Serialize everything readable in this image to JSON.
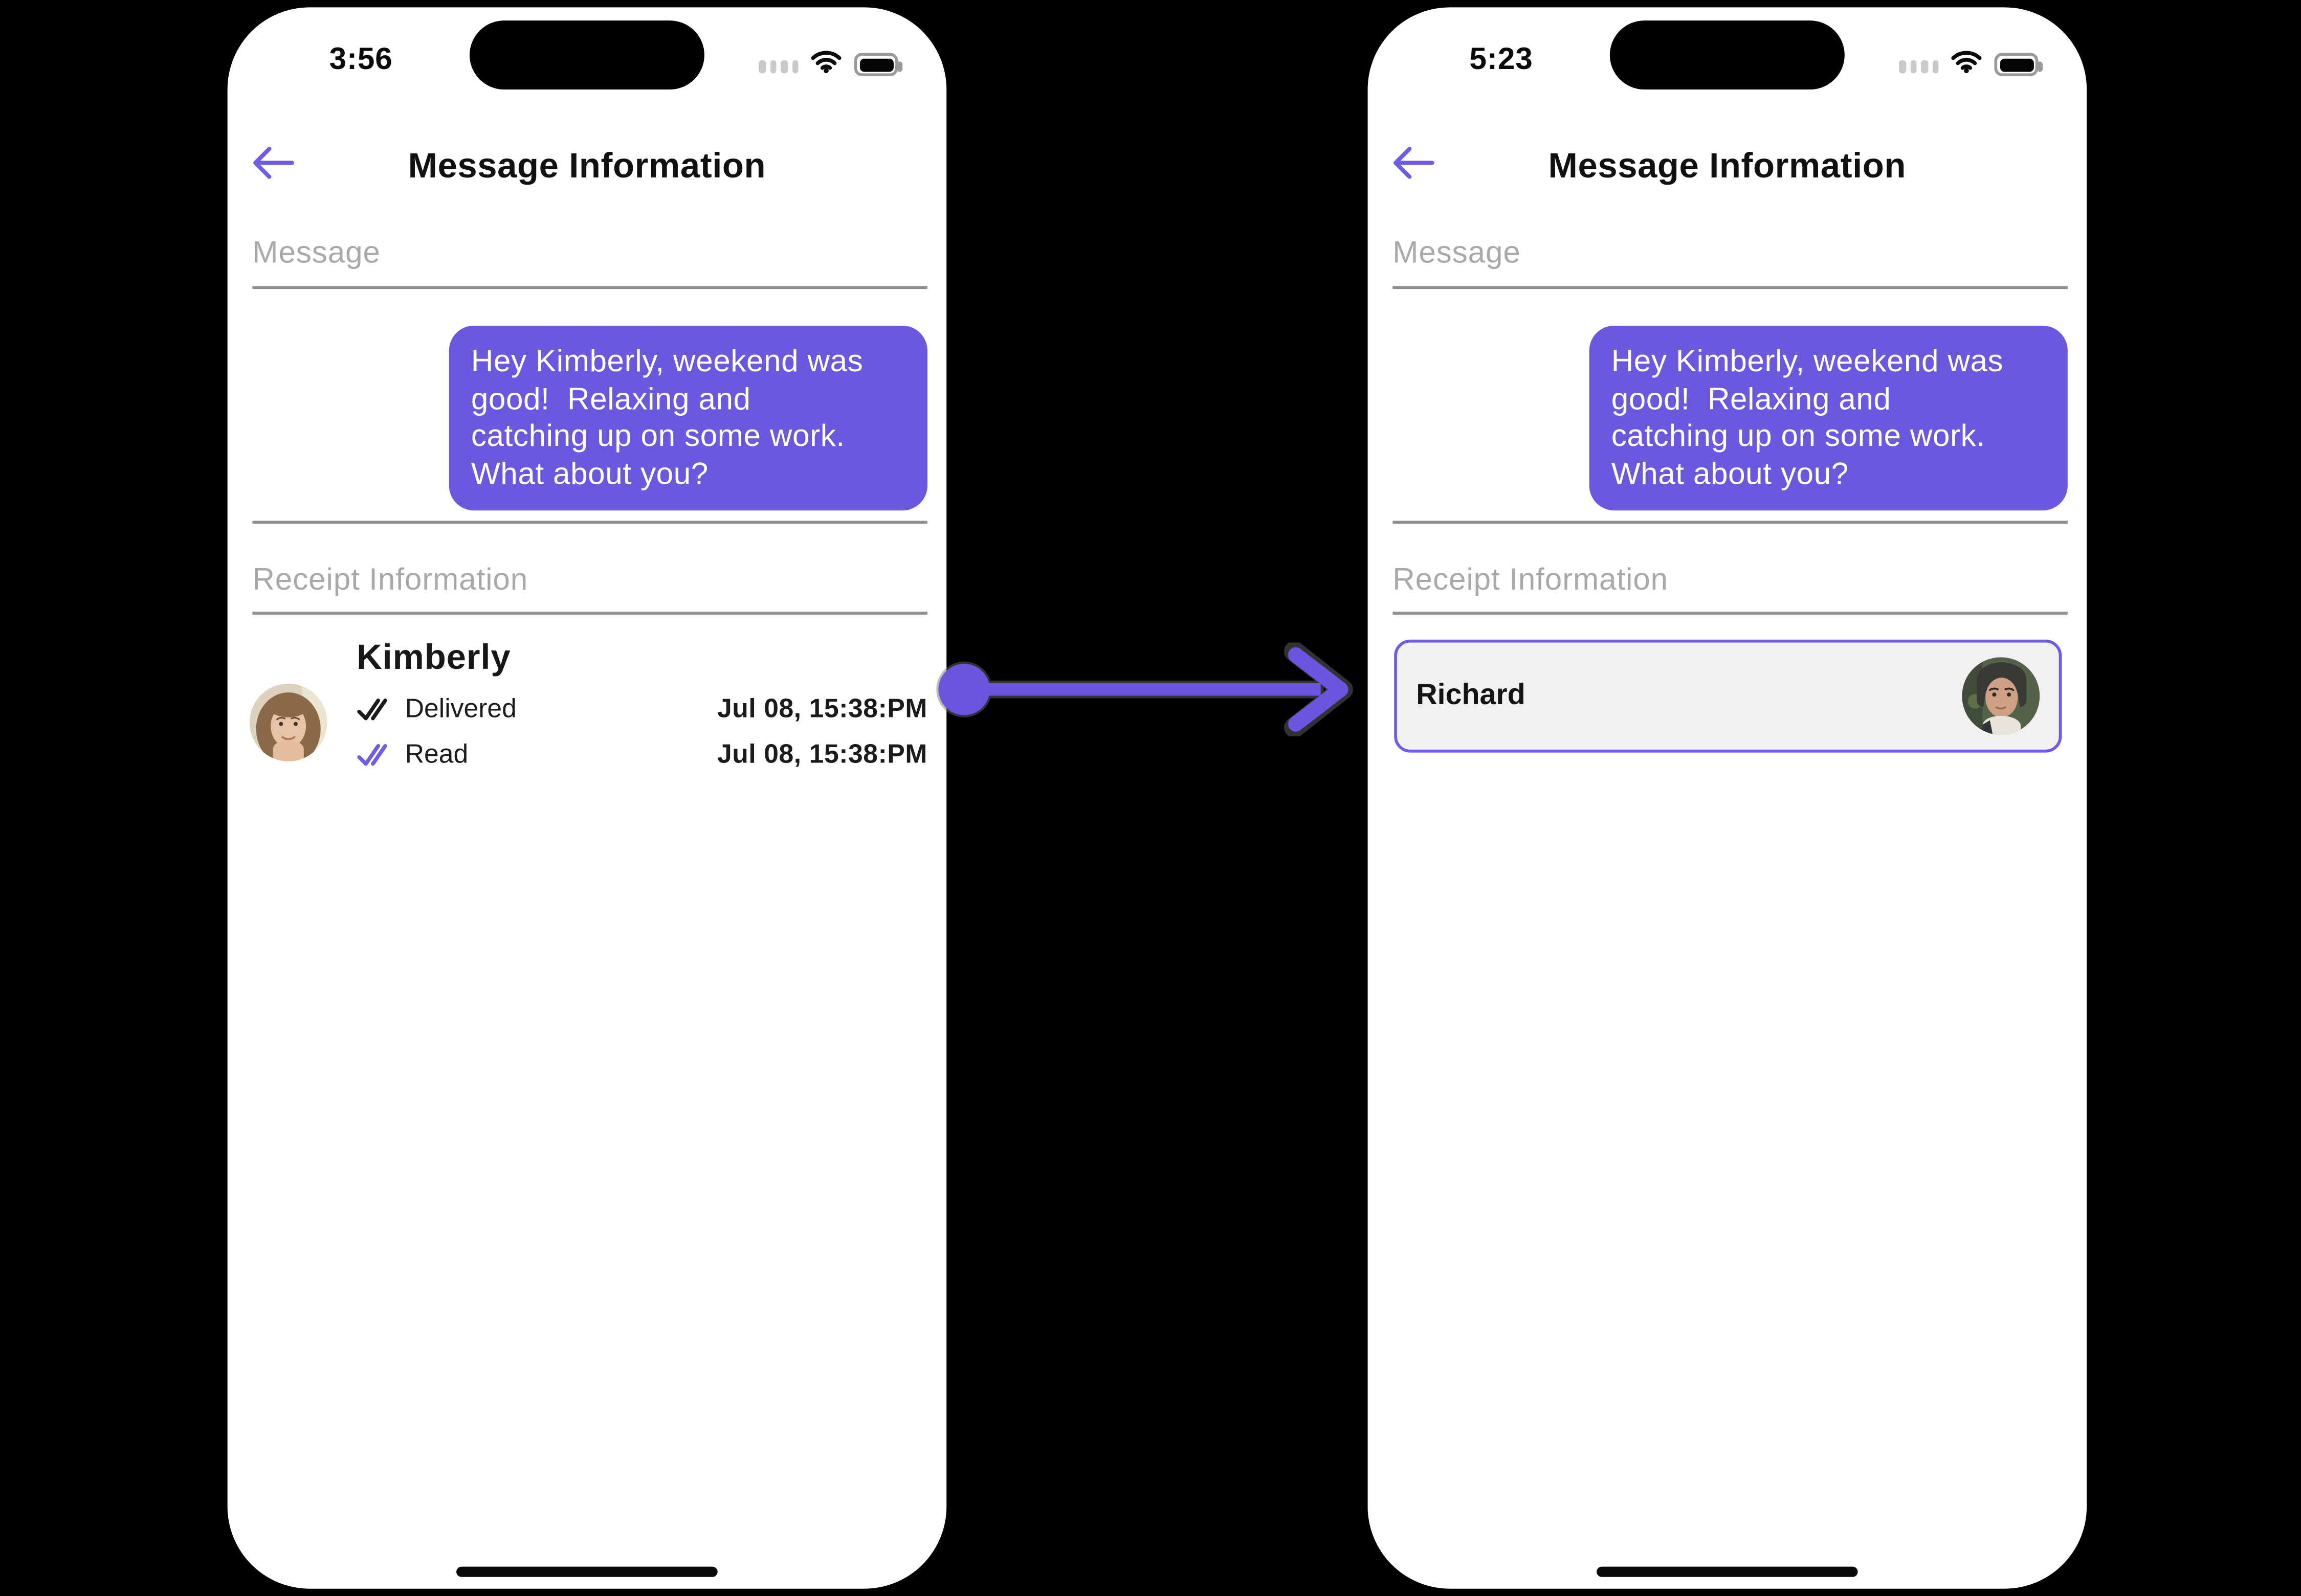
{
  "colors": {
    "accent": "#6c5ce7",
    "bubble": "#6a58df",
    "page_background": "#000000",
    "phone_background": "#ffffff",
    "muted_label": "#a9a9a9",
    "divider": "#8f8f8f",
    "text": "#1b1b1b",
    "delivered_check": "#1b1b1b",
    "read_check": "#6c5ce7",
    "card_background": "#f1f0f2"
  },
  "icons": [
    "back-arrow-icon",
    "cellular-icon",
    "wifi-icon",
    "battery-icon",
    "double-check-icon",
    "arrow-connector"
  ],
  "left_phone": {
    "status": {
      "time": "3:56"
    },
    "header": {
      "title": "Message Information"
    },
    "message_section_label": "Message",
    "bubble_text": "Hey Kimberly, weekend was\ngood!  Relaxing and\ncatching up on some work.\nWhat about you?",
    "receipt_section_label": "Receipt Information",
    "receipt": {
      "name": "Kimberly",
      "rows": [
        {
          "status": "Delivered",
          "timestamp": "Jul 08, 15:38:PM"
        },
        {
          "status": "Read",
          "timestamp": "Jul 08, 15:38:PM"
        }
      ]
    }
  },
  "right_phone": {
    "status": {
      "time": "5:23"
    },
    "header": {
      "title": "Message Information"
    },
    "message_section_label": "Message",
    "bubble_text": "Hey Kimberly, weekend was\ngood!  Relaxing and\ncatching up on some work.\nWhat about you?",
    "receipt_section_label": "Receipt Information",
    "recipient": {
      "name": "Richard"
    }
  }
}
